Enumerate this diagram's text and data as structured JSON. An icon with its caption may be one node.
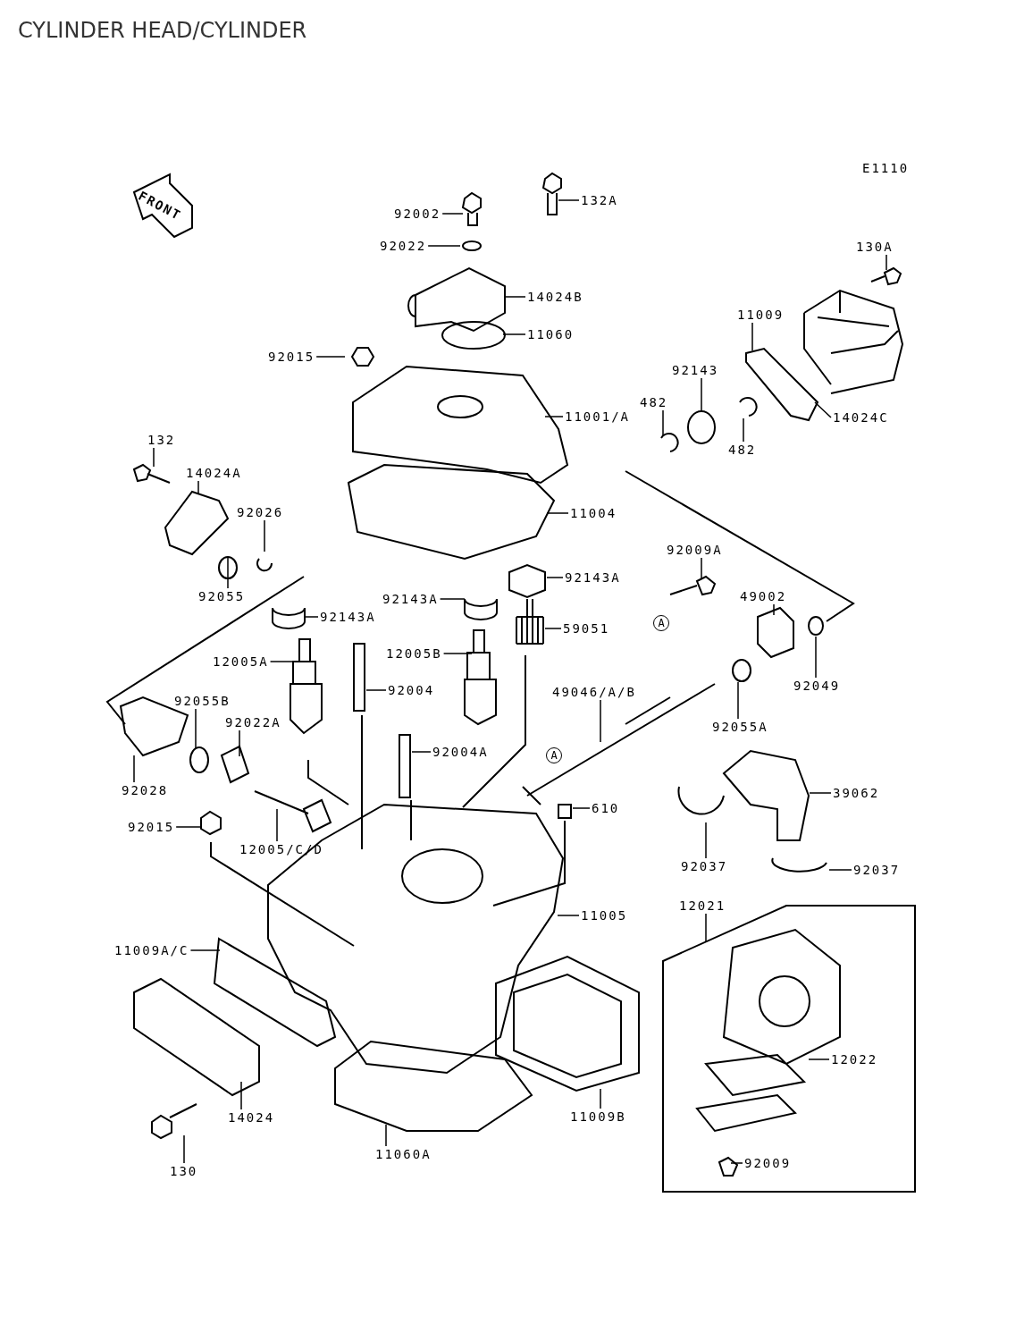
{
  "diagram": {
    "title": "CYLINDER HEAD/CYLINDER",
    "nodes": [
      {
        "text": [
          "92002"
        ]
      },
      {
        "text": [
          "132A"
        ]
      },
      {
        "text": [
          "92022"
        ]
      },
      {
        "text": [
          "14024B"
        ]
      },
      {
        "text": [
          "11060"
        ]
      },
      {
        "text": [
          "92015"
        ]
      },
      {
        "text": [
          "11001/A"
        ]
      },
      {
        "text": [
          "130A"
        ]
      },
      {
        "text": [
          "11009"
        ]
      },
      {
        "text": [
          "92143"
        ]
      },
      {
        "text": [
          "482"
        ]
      },
      {
        "text": [
          "482"
        ]
      },
      {
        "text": [
          "14024C"
        ]
      },
      {
        "text": [
          "132"
        ]
      },
      {
        "text": [
          "14024A"
        ]
      },
      {
        "text": [
          "92026"
        ]
      },
      {
        "text": [
          "92055"
        ]
      },
      {
        "text": [
          "11004"
        ]
      },
      {
        "text": [
          "92009A"
        ]
      },
      {
        "text": [
          "92143A"
        ]
      },
      {
        "text": [
          "92143A"
        ]
      },
      {
        "text": [
          "92143A"
        ]
      },
      {
        "text": [
          "59051"
        ]
      },
      {
        "text": [
          "49002"
        ]
      },
      {
        "text": [
          "92049"
        ]
      },
      {
        "text": [
          "12005A"
        ]
      },
      {
        "text": [
          "12005B"
        ]
      },
      {
        "text": [
          "92004"
        ]
      },
      {
        "text": [
          "49046/A/B"
        ]
      },
      {
        "text": [
          "92055A"
        ]
      },
      {
        "text": [
          "92055B"
        ]
      },
      {
        "text": [
          "92022A"
        ]
      },
      {
        "text": [
          "92004A"
        ]
      },
      {
        "text": [
          "92028"
        ]
      },
      {
        "text": [
          "39062"
        ]
      },
      {
        "text": [
          "610"
        ]
      },
      {
        "text": [
          "92015"
        ]
      },
      {
        "text": [
          "12005/C/D"
        ]
      },
      {
        "text": [
          "92037"
        ]
      },
      {
        "text": [
          "92037"
        ]
      },
      {
        "text": [
          "11005"
        ]
      },
      {
        "text": [
          "12021"
        ]
      },
      {
        "text": [
          "11009A/C"
        ]
      },
      {
        "text": [
          "12022"
        ]
      },
      {
        "text": [
          "14024"
        ]
      },
      {
        "text": [
          "11009B"
        ]
      },
      {
        "text": [
          "11060A"
        ]
      },
      {
        "text": [
          "92009"
        ]
      },
      {
        "text": [
          "130"
        ]
      }
    ],
    "edges": [
      {
        "from": 0,
        "to": null,
        "arrow": "none"
      },
      {
        "from": 1,
        "to": null,
        "arrow": "none"
      },
      {
        "from": 2,
        "to": null,
        "arrow": "none"
      },
      {
        "from": 3,
        "to": null,
        "arrow": "none"
      },
      {
        "from": 4,
        "to": null,
        "arrow": "none"
      },
      {
        "from": 5,
        "to": null,
        "arrow": "none"
      },
      {
        "from": 6,
        "to": null,
        "arrow": "none"
      },
      {
        "from": 7,
        "to": null,
        "arrow": "none"
      },
      {
        "from": 8,
        "to": null,
        "arrow": "none"
      },
      {
        "from": 9,
        "to": null,
        "arrow": "none"
      },
      {
        "from": 10,
        "to": null,
        "arrow": "none"
      },
      {
        "from": 11,
        "to": null,
        "arrow": "none"
      },
      {
        "from": 12,
        "to": null,
        "arrow": "none"
      },
      {
        "from": 13,
        "to": null,
        "arrow": "none"
      },
      {
        "from": 14,
        "to": null,
        "arrow": "none"
      },
      {
        "from": 15,
        "to": null,
        "arrow": "none"
      },
      {
        "from": 16,
        "to": null,
        "arrow": "none"
      },
      {
        "from": 17,
        "to": null,
        "arrow": "none"
      },
      {
        "from": 18,
        "to": null,
        "arrow": "none"
      },
      {
        "from": 19,
        "to": null,
        "arrow": "none"
      },
      {
        "from": 20,
        "to": null,
        "arrow": "none"
      },
      {
        "from": 21,
        "to": null,
        "arrow": "none"
      },
      {
        "from": 22,
        "to": null,
        "arrow": "none"
      },
      {
        "from": 23,
        "to": null,
        "arrow": "none"
      },
      {
        "from": 24,
        "to": null,
        "arrow": "none"
      },
      {
        "from": 25,
        "to": null,
        "arrow": "none"
      },
      {
        "from": 26,
        "to": null,
        "arrow": "none"
      },
      {
        "from": 27,
        "to": null,
        "arrow": "none"
      },
      {
        "from": 28,
        "to": null,
        "arrow": "none"
      },
      {
        "from": 29,
        "to": null,
        "arrow": "none"
      },
      {
        "from": 30,
        "to": null,
        "arrow": "none"
      },
      {
        "from": 31,
        "to": null,
        "arrow": "none"
      },
      {
        "from": 32,
        "to": null,
        "arrow": "none"
      },
      {
        "from": 33,
        "to": null,
        "arrow": "none"
      },
      {
        "from": 34,
        "to": null,
        "arrow": "none"
      },
      {
        "from": 35,
        "to": null,
        "arrow": "none"
      },
      {
        "from": 36,
        "to": null,
        "arrow": "none"
      },
      {
        "from": 37,
        "to": null,
        "arrow": "none"
      },
      {
        "from": 38,
        "to": null,
        "arrow": "none"
      },
      {
        "from": 39,
        "to": null,
        "arrow": "none"
      },
      {
        "from": 40,
        "to": null,
        "arrow": "none"
      },
      {
        "from": 41,
        "to": null,
        "arrow": "none"
      },
      {
        "from": 42,
        "to": null,
        "arrow": "none"
      },
      {
        "from": 43,
        "to": null,
        "arrow": "none"
      },
      {
        "from": 44,
        "to": null,
        "arrow": "none"
      },
      {
        "from": 45,
        "to": null,
        "arrow": "none"
      },
      {
        "from": 46,
        "to": null,
        "arrow": "none"
      },
      {
        "from": 47,
        "to": null,
        "arrow": "none"
      },
      {
        "from": 48,
        "to": null,
        "arrow": "none"
      }
    ],
    "labels": [
      "E1110",
      "FRONT",
      "A",
      "A"
    ]
  }
}
